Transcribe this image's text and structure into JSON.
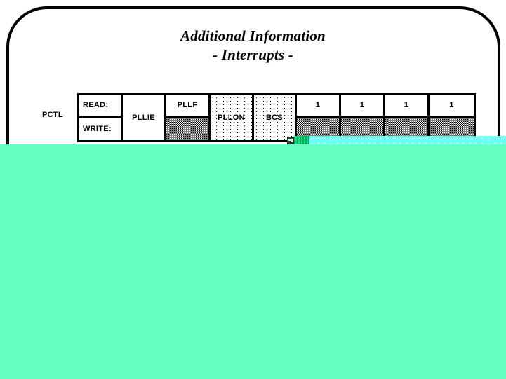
{
  "slide": {
    "title_line_1": "Additional Information",
    "title_line_2": "- Interrupts -"
  },
  "register": {
    "name": "PCTL",
    "access_rows": {
      "read_label": "READ:",
      "write_label": "WRITE:"
    },
    "bits": [
      {
        "label": "PLLIE",
        "style": "plain"
      },
      {
        "label": "PLLF",
        "style": "half-hatched"
      },
      {
        "label": "PLLON",
        "style": "dotted"
      },
      {
        "label": "BCS",
        "style": "dotted"
      },
      {
        "label": "1",
        "style": "value"
      },
      {
        "label": "1",
        "style": "value"
      },
      {
        "label": "1",
        "style": "value"
      },
      {
        "label": "1",
        "style": "value"
      }
    ]
  },
  "colors": {
    "frame": "#000000",
    "overlay_green": "#66ffc2",
    "overlay_cyan": "#6ffdf2",
    "text": "#000000",
    "slide_background": "#ffffff"
  }
}
